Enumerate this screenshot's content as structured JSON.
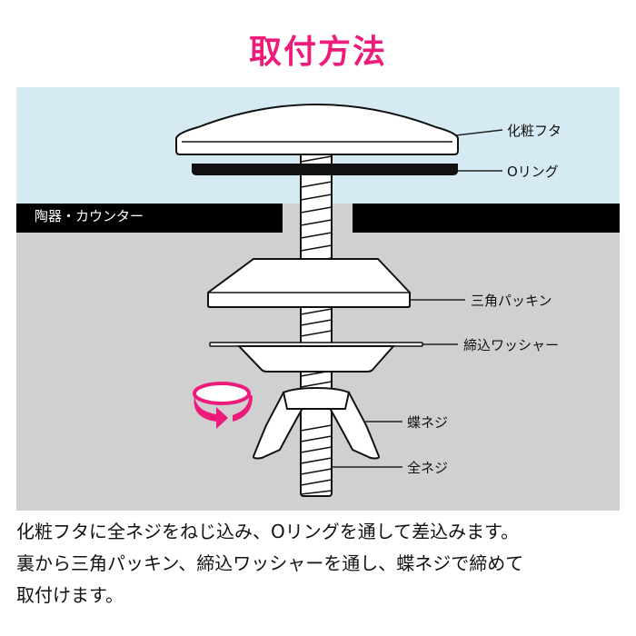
{
  "title": "取付方法",
  "colors": {
    "title": "#ee1b7a",
    "upper_bg": "#d5eaf3",
    "lower_bg": "#d0d0d0",
    "counter_bar": "#000000",
    "arrow": "#ee1b7a"
  },
  "diagram": {
    "counter_label": "陶器・カウンター",
    "parts": [
      {
        "id": "cap",
        "label": "化粧フタ"
      },
      {
        "id": "o-ring",
        "label": "Oリング"
      },
      {
        "id": "triangle-packing",
        "label": "三角パッキン"
      },
      {
        "id": "tightening-washer",
        "label": "締込ワッシャー"
      },
      {
        "id": "wing-nut",
        "label": "蝶ネジ"
      },
      {
        "id": "full-thread-screw",
        "label": "全ネジ"
      }
    ],
    "rotation_icon": "clockwise-rotate-arrow"
  },
  "description": {
    "lines": [
      "化粧フタに全ネジをねじ込み、Oリングを通して差込みます。",
      "裏から三角パッキン、締込ワッシャーを通し、蝶ネジで締めて",
      "取付けます。"
    ]
  }
}
